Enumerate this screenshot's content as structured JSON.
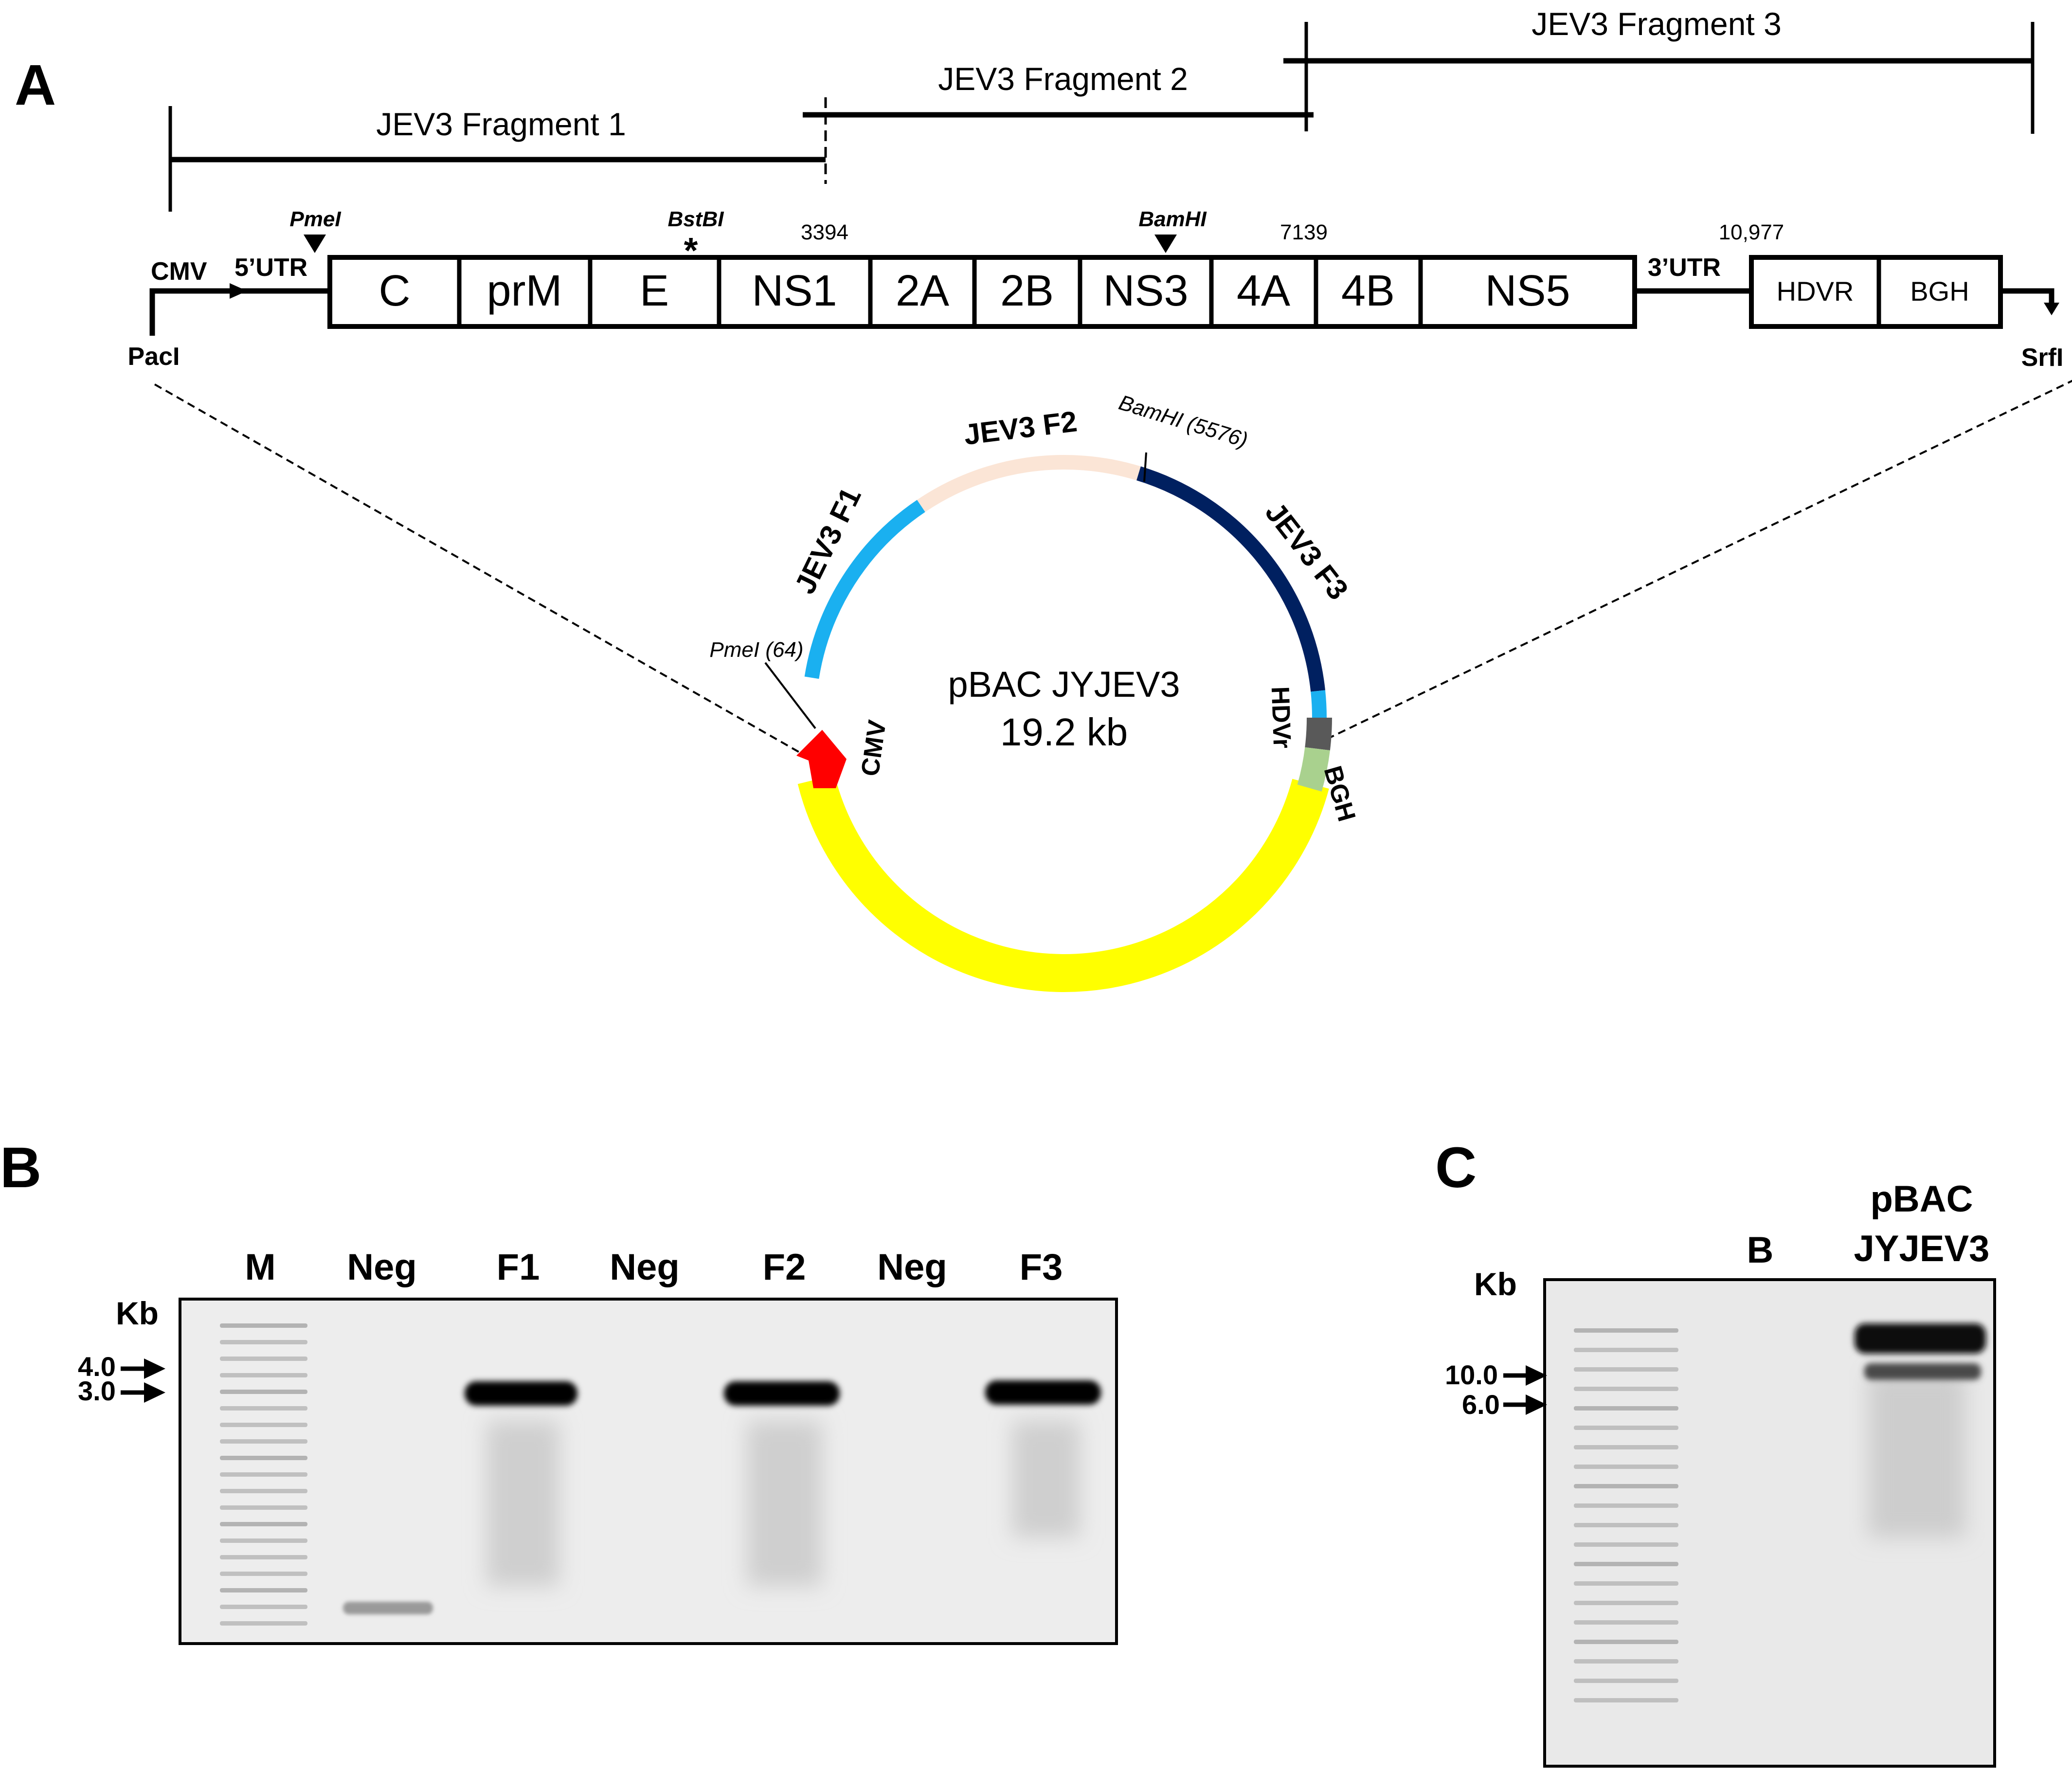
{
  "panels": {
    "a": {
      "letter": "A",
      "fragments": [
        "JEV3 Fragment 1",
        "JEV3 Fragment 2",
        "JEV3 Fragment 3"
      ],
      "sites": {
        "pme": "PmeI",
        "bst": "BstBI",
        "bst_mark": "*",
        "bam": "BamHI",
        "pac": "PacI",
        "srf": "SrfI"
      },
      "positions": [
        "3394",
        "7139",
        "10,977"
      ],
      "promoter": "CMV",
      "utr5": "5’UTR",
      "utr3": "3’UTR",
      "genes": [
        "C",
        "prM",
        "E",
        "NS1",
        "2A",
        "2B",
        "NS3",
        "4A",
        "4B",
        "NS5"
      ],
      "tail_boxes": [
        "HDVR",
        "BGH"
      ],
      "plasmid": {
        "name": "pBAC JYJEV3",
        "size": "19.2 kb",
        "segment_labels": {
          "f1": "JEV3 F1",
          "f2": "JEV3 F2",
          "f3": "JEV3 F3",
          "cmv": "CMV",
          "hdvr": "HDVr",
          "bgh": "BGH"
        },
        "site_labels": {
          "bam": "BamHI (5576)",
          "pme": "PmeI (64)"
        },
        "colors": {
          "f1": "#1ab0f0",
          "f2": "#fbe5d6",
          "f3": "#002060",
          "backbone": "#ffff00",
          "cmv_arrow": "#ff0000",
          "hdvr": "#595959",
          "bgh": "#a9d18e"
        }
      }
    },
    "b": {
      "letter": "B",
      "kb_label": "Kb",
      "lanes": [
        "M",
        "Neg",
        "F1",
        "Neg",
        "F2",
        "Neg",
        "F3"
      ],
      "markers": [
        "4.0",
        "3.0"
      ]
    },
    "c": {
      "letter": "C",
      "kb_label": "Kb",
      "lanes": [
        "B"
      ],
      "lane_title": [
        "pBAC",
        "JYJEV3"
      ],
      "markers": [
        "10.0",
        "6.0"
      ]
    }
  }
}
